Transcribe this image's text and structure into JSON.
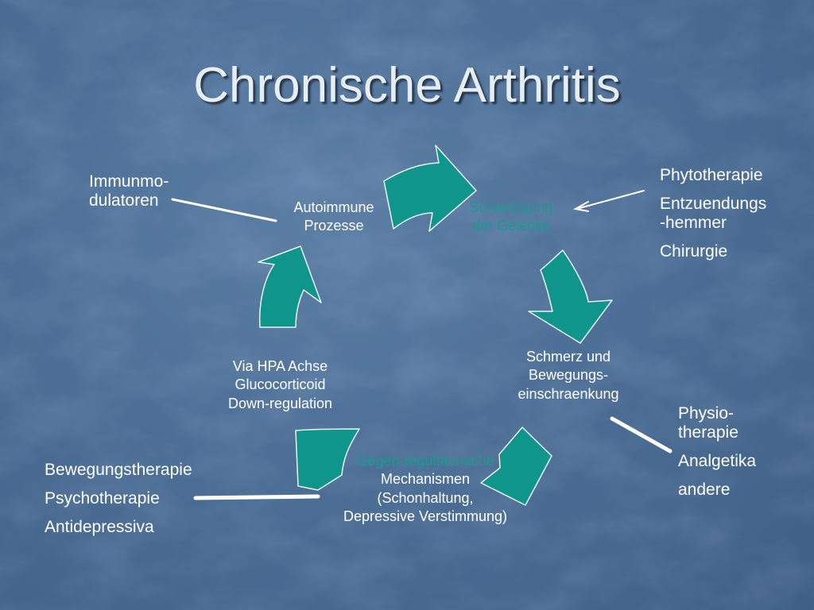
{
  "slide": {
    "title": "Chronische Arthritis"
  },
  "cycle": {
    "arrow_color": "#0f958b",
    "nodes": {
      "autoimmune": [
        "Autoimmune",
        "Prozesse"
      ],
      "schaedigung": [
        "Schaedigung",
        "der Gelenke"
      ],
      "schmerz": [
        "Schmerz und",
        "Bewegungs-",
        "einschraenkung"
      ],
      "gegen": [
        "Gegen-regulatorische",
        "Mechanismen",
        "(Schonhaltung,",
        "Depressive Verstimmung)"
      ],
      "hpa": [
        "Via HPA Achse",
        "Glucocorticoid",
        "Down-regulation"
      ]
    }
  },
  "interventions": {
    "top_left": [
      "Immunmo-",
      "dulatoren"
    ],
    "top_right": [
      "Phytotherapie",
      "Entzuendungs",
      "-hemmer",
      "Chirurgie"
    ],
    "bottom_right": [
      "Physio-",
      "therapie",
      "Analgetika",
      "andere"
    ],
    "bottom_left": [
      "Bewegungstherapie",
      "Psychotherapie",
      "Antidepressiva"
    ]
  }
}
